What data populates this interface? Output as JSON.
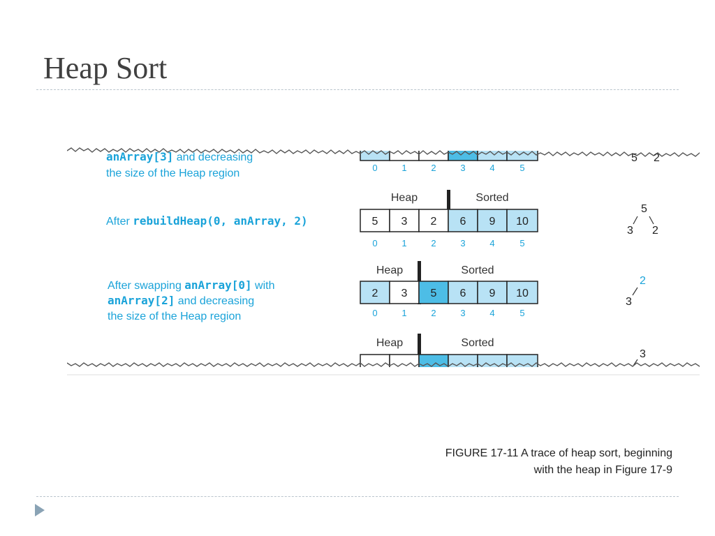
{
  "slide": {
    "title": "Heap Sort",
    "caption_line1": "FIGURE 17-11 A trace of heap sort, beginning",
    "caption_line2": "with the heap in Figure 17-9"
  },
  "figure": {
    "row1": {
      "code": "anArray[3]",
      "text_after_code": " and decreasing",
      "line2": "the size of  the Heap region",
      "indices": [
        "0",
        "1",
        "2",
        "3",
        "4",
        "5"
      ],
      "tree": [
        "5",
        "2"
      ]
    },
    "row2": {
      "prefix": "After ",
      "code": "rebuildHeap(0, anArray, 2)",
      "heap_label": "Heap",
      "sorted_label": "Sorted",
      "cells": [
        "5",
        "3",
        "2",
        "6",
        "9",
        "10"
      ],
      "indices": [
        "0",
        "1",
        "2",
        "3",
        "4",
        "5"
      ],
      "tree": [
        "5",
        "3",
        "2"
      ]
    },
    "row3": {
      "line1_text": "After swapping ",
      "line1_code": "anArray[0]",
      "line1_tail": " with",
      "line2_code": "anArray[2]",
      "line2_tail": " and decreasing",
      "line3": "the size of  the Heap region",
      "heap_label": "Heap",
      "sorted_label": "Sorted",
      "cells": [
        "2",
        "3",
        "5",
        "6",
        "9",
        "10"
      ],
      "indices": [
        "0",
        "1",
        "2",
        "3",
        "4",
        "5"
      ],
      "tree": [
        "2",
        "3"
      ]
    },
    "row4": {
      "heap_label": "Heap",
      "sorted_label": "Sorted",
      "tree": [
        "3"
      ]
    }
  },
  "colors": {
    "accent": "#1aa3d9",
    "sorted_fill": "#b8e2f5",
    "highlight_fill": "#4dbde6",
    "border": "#222222"
  }
}
